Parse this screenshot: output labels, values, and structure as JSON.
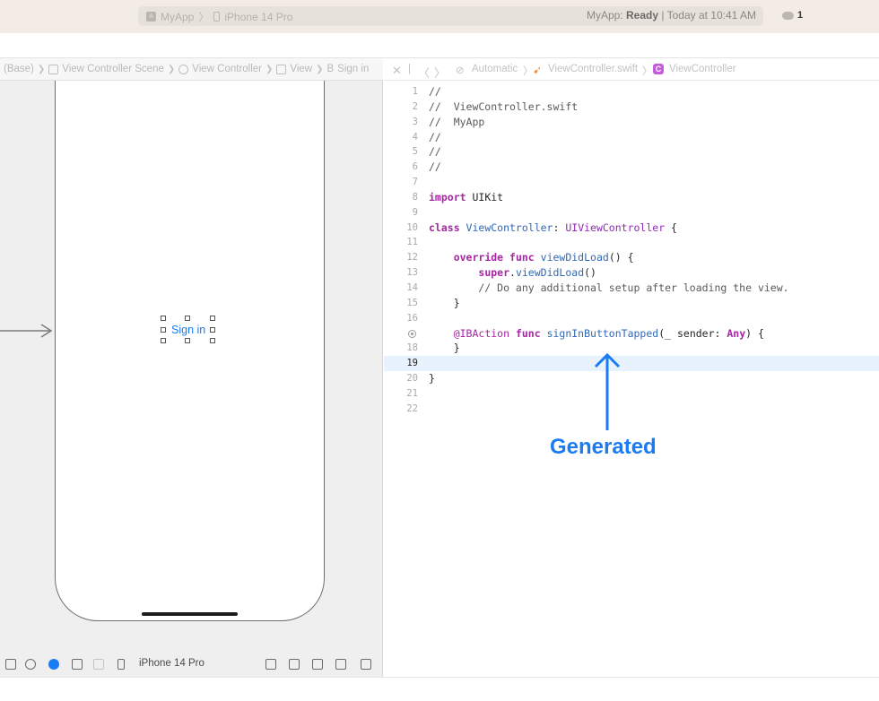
{
  "titlebar": {
    "scheme": "MyApp",
    "device": "iPhone 14 Pro",
    "status_app": "MyApp:",
    "status_state": "Ready",
    "status_time": "| Today at 10:41 AM",
    "notification_count": "1"
  },
  "ib_jumpbar": {
    "items": [
      "(Base)",
      "View Controller Scene",
      "View Controller",
      "View",
      "Sign in"
    ],
    "button_glyph": "B"
  },
  "canvas": {
    "button_label": "Sign in"
  },
  "ib_bottom": {
    "device_label": "iPhone 14 Pro"
  },
  "editor_jumpbar": {
    "mode": "Automatic",
    "file": "ViewController.swift",
    "class": "ViewController",
    "class_glyph": "C"
  },
  "code": {
    "line_numbers": [
      "1",
      "2",
      "3",
      "4",
      "5",
      "6",
      "7",
      "8",
      "9",
      "10",
      "11",
      "12",
      "13",
      "14",
      "15",
      "16",
      "",
      "18",
      "19",
      "20",
      "21",
      "22"
    ],
    "lines": {
      "l1": "//",
      "l2": "//  ViewController.swift",
      "l3": "//  MyApp",
      "l4": "//",
      "l5": "//",
      "l6": "//",
      "l8_kw": "import",
      "l8_rest": " UIKit",
      "l10_kw": "class",
      "l10_name": " ViewController",
      "l10_colon": ": ",
      "l10_super": "UIViewController",
      "l10_brace": " {",
      "l12_indent": "    ",
      "l12_kw": "override func",
      "l12_fn": " viewDidLoad",
      "l12_rest": "() {",
      "l13_indent": "        ",
      "l13_kw": "super",
      "l13_dot": ".",
      "l13_fn": "viewDidLoad",
      "l13_rest": "()",
      "l14": "        // Do any additional setup after loading the view.",
      "l15": "    }",
      "l17_indent": "    ",
      "l17_attr": "@IBAction",
      "l17_kw": " func",
      "l17_fn": " signInButtonTapped",
      "l17_args": "(_ sender: ",
      "l17_any": "Any",
      "l17_rest": ") {",
      "l18": "    }",
      "l20": "}"
    }
  },
  "annotation": {
    "label": "Generated",
    "color": "#1a7cf5"
  },
  "colors": {
    "accent": "#1a7cf5",
    "keyword": "#a626a4",
    "current_line": "#e8f2fc"
  }
}
